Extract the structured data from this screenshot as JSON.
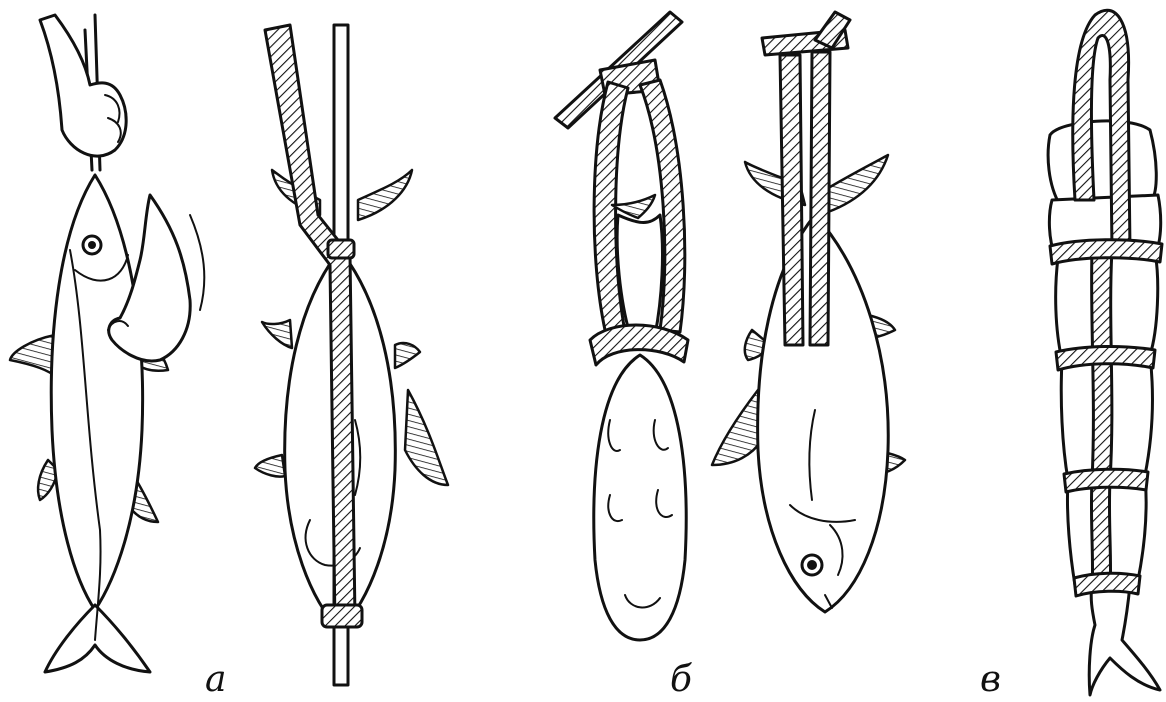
{
  "figure": {
    "panels": [
      {
        "id": "a",
        "label": "а"
      },
      {
        "id": "b",
        "label": "б"
      },
      {
        "id": "c",
        "label": "в"
      }
    ]
  }
}
